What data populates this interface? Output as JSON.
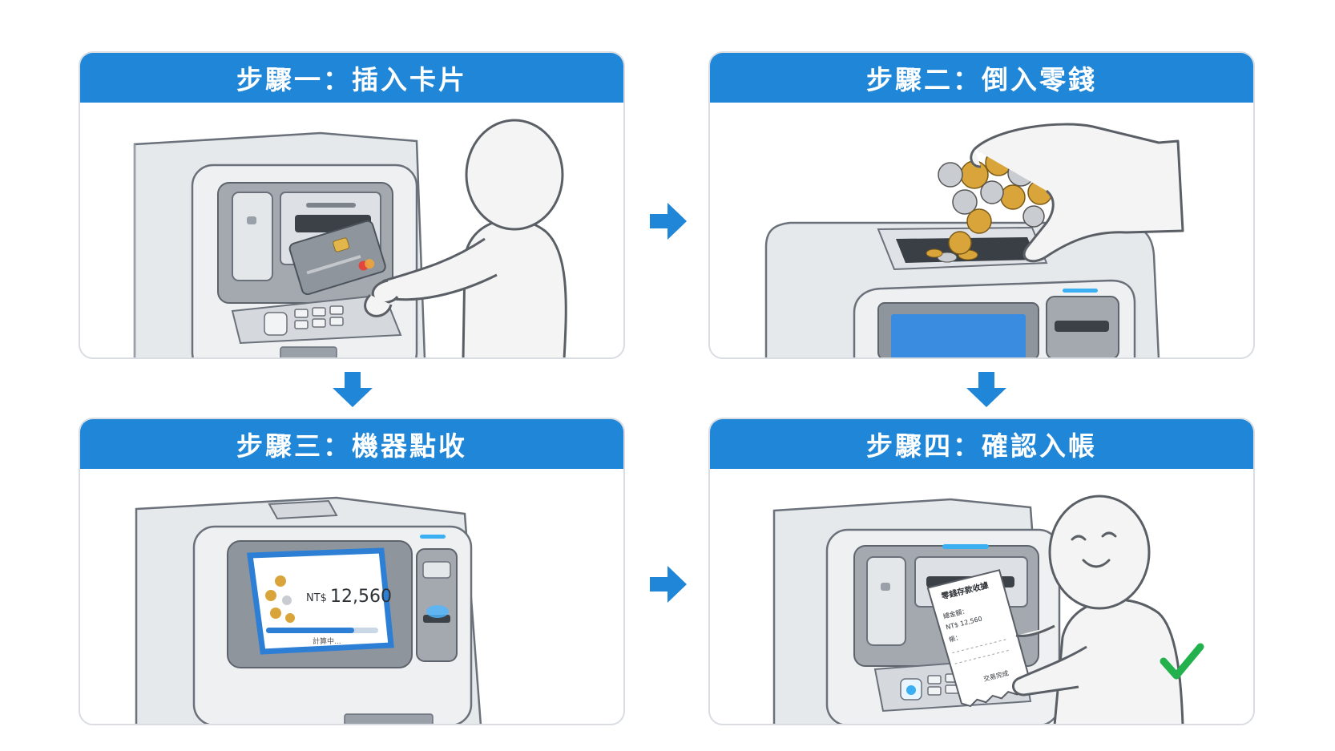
{
  "steps": [
    {
      "title": "步驟一：插入卡片"
    },
    {
      "title": "步驟二：倒入零錢"
    },
    {
      "title": "步驟三：機器點收",
      "screen_amount": "NT$ 12,560",
      "screen_status": "計算中..."
    },
    {
      "title": "步驟四：確認入帳",
      "receipt_title": "零錢存款收據",
      "receipt_line1": "總金額：",
      "receipt_amount": "NT$ 12,560",
      "receipt_line2": "帳：",
      "receipt_footer": "交易完成"
    }
  ],
  "colors": {
    "header_blue": "#1f86d8",
    "arrow_blue": "#1f86d8",
    "check_green": "#22b14c",
    "machine_gray": "#e4e7eb",
    "outline": "#6b717a",
    "coin_gold": "#d9a53a",
    "coin_silver": "#c9ccd1"
  },
  "icons": {
    "flow_arrow": "arrow-right-icon",
    "flow_arrow_down": "arrow-down-icon",
    "done": "checkmark-icon"
  }
}
